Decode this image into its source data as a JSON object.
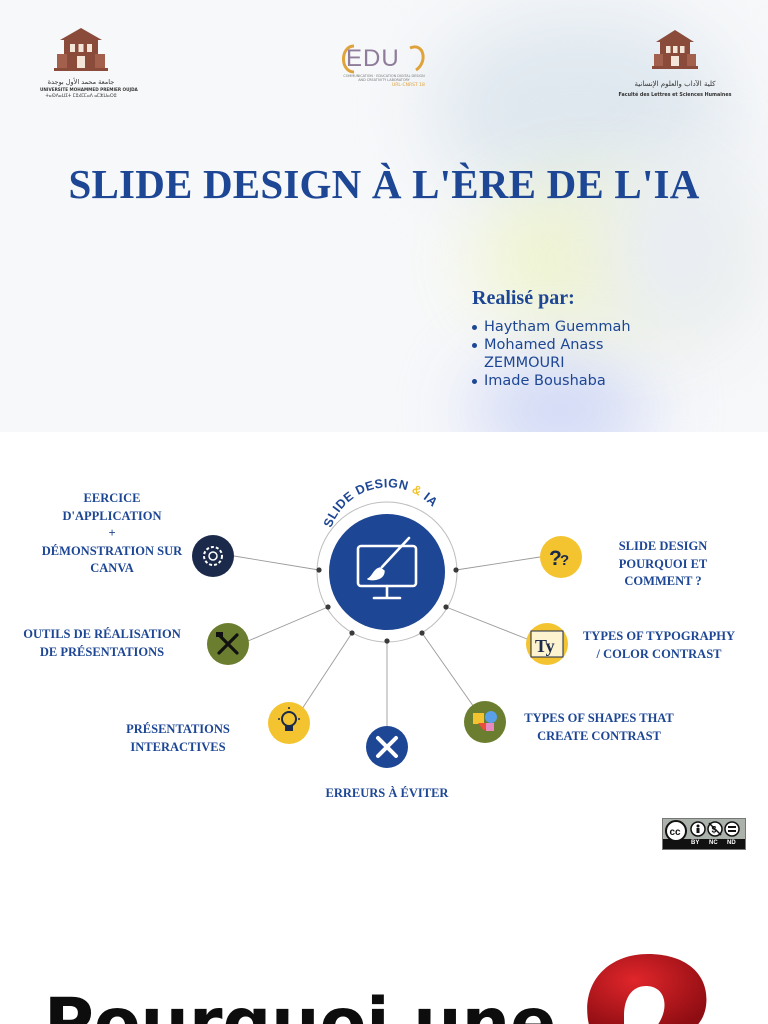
{
  "slide1": {
    "left_logo": {
      "arabic": "جامعة محمد الأول بوجدة",
      "french": "UNIVERSITE MOHAMMED PREMIER OUJDA",
      "tifinagh": "ⵜⴰⵙⴷⴰⵡⵉⵜ ⵎⵓⵃⵎⵎⴰⴷ ⴰⵎⵣⵡⴰⵔⵓ"
    },
    "center_logo": {
      "brand": "EDU",
      "subtitle": "COMMUNICATION · EDUCATION DIGITAL DESIGN AND CREATIVITY LABORATORY",
      "tag": "URL-CNRST 18"
    },
    "right_logo": {
      "arabic": "كلية الآداب والعلوم الإنسانية",
      "french": "Faculté des Lettres et Sciences Humaines"
    },
    "title": "SLIDE DESIGN À L'ÈRE DE L'IA",
    "realise_par": "Realisé par:",
    "authors": [
      "Haytham Guemmah",
      "Mohamed Anass ZEMMOURI",
      "Imade Boushaba"
    ]
  },
  "slide2": {
    "center_arc_text": "SLIDE DESIGN",
    "center_arc_and": "&",
    "center_arc_ia": "IA",
    "nodes": {
      "exercice": {
        "line1": "EERCICE",
        "line2": "D'APPLICATION",
        "line3": "+",
        "line4": "DÉMONSTRATION SUR",
        "line5": "CANVA"
      },
      "outils": {
        "line1": "OUTILS DE RÉALISATION",
        "line2": "DE PRÉSENTATIONS"
      },
      "interactives": {
        "line1": "PRÉSENTATIONS",
        "line2": "INTERACTIVES"
      },
      "erreurs": {
        "line1": "ERREURS À ÉVITER"
      },
      "shapes": {
        "line1": "TYPES OF SHAPES THAT",
        "line2": "CREATE CONTRAST"
      },
      "typography": {
        "line1": "TYPES OF TYPOGRAPHY",
        "line2": "/ COLOR CONTRAST"
      },
      "pourquoi": {
        "line1": "SLIDE DESIGN",
        "line2": "POURQUOI ET",
        "line3": "COMMENT ?"
      }
    },
    "license_badge": {
      "labels": [
        "BY",
        "NC",
        "ND"
      ]
    }
  },
  "slide3": {
    "title": "Pourquoi une"
  },
  "colors": {
    "navy": "#1d4694",
    "dark_navy": "#1b2a4a",
    "olive": "#6b7d2e",
    "yellow": "#f4c430",
    "line_gray": "#9a9a9a",
    "red": "#c8141b"
  }
}
